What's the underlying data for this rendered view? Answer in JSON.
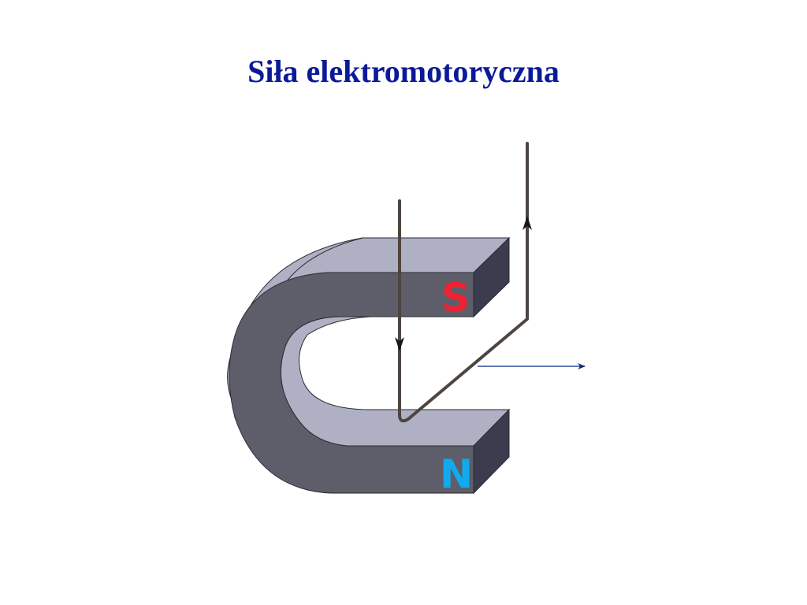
{
  "slide": {
    "title": "Siła elektromotoryczna"
  },
  "magnet": {
    "south_label": "S",
    "north_label": "N",
    "south_color": "#ee2233",
    "north_color": "#11aaee",
    "front_color": "#5d5e69",
    "top_color": "#b0b0c4",
    "side_color": "#3b3d4e"
  },
  "wire": {
    "color": "#4d4540",
    "current_direction_down_left": true,
    "current_direction_up_right": true
  },
  "motion_arrow": {
    "color": "#2a4a9a",
    "direction": "right"
  }
}
